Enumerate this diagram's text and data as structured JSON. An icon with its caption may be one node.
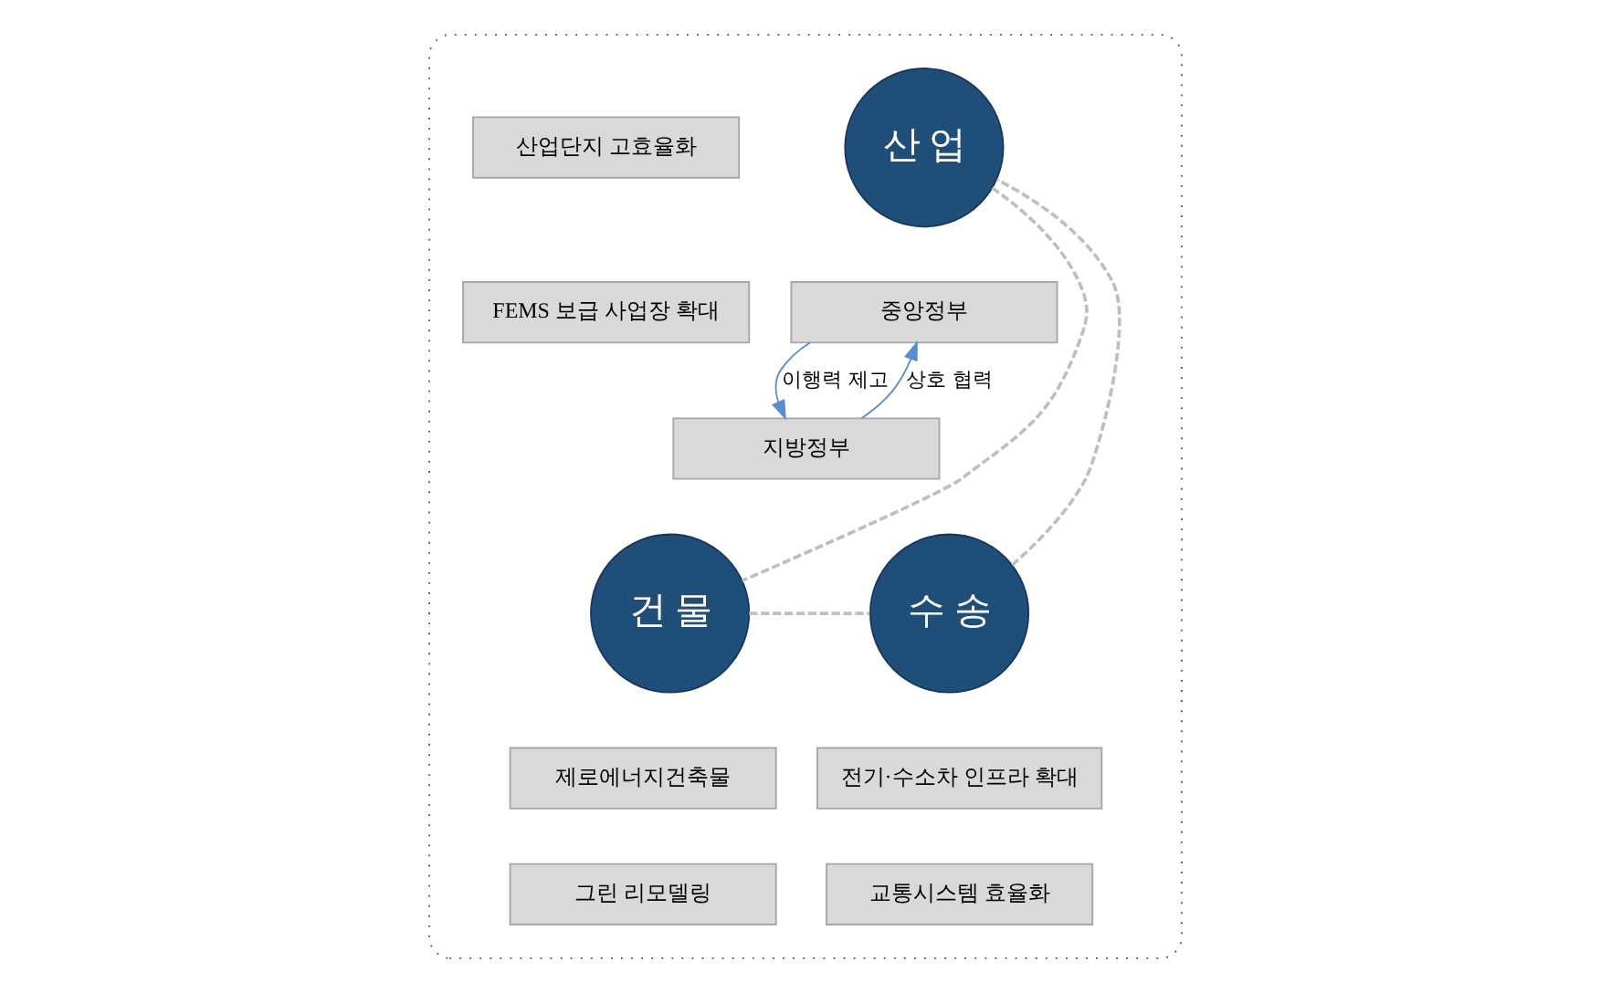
{
  "diagram": {
    "nodes": [
      {
        "text": [],
        "shape": "box"
      },
      {
        "text": [
          "산 업"
        ],
        "in": 0
      },
      {
        "text": [
          "산업단지 고효율화"
        ],
        "in": 0
      },
      {
        "text": [
          "FEMS 보급 사업장 확대"
        ],
        "in": 0
      },
      {
        "text": [
          "중앙정부"
        ],
        "in": 0
      },
      {
        "text": [
          "지방정부"
        ],
        "in": 0
      },
      {
        "text": [
          "건 물"
        ],
        "in": 0
      },
      {
        "text": [
          "수 송"
        ],
        "in": 0
      },
      {
        "text": [
          "제로에너지건축물"
        ],
        "in": 0
      },
      {
        "text": [
          "그린 리모델링"
        ],
        "in": 0
      },
      {
        "text": [
          "전기·수소차 인프라 확대"
        ],
        "in": 0
      },
      {
        "text": [
          "교통시스템 효율화"
        ],
        "in": 0
      }
    ],
    "edges": [
      {
        "from": 4,
        "to": 5,
        "arrow": "to",
        "label": "이행력 제고",
        "color": "#5b8bd0"
      },
      {
        "from": 5,
        "to": 4,
        "arrow": "to",
        "label": "상호 협력",
        "color": "#5b8bd0"
      },
      {
        "from": 1,
        "to": 6,
        "arrow": "none",
        "style": "dashed",
        "color": "#bfbfbf"
      },
      {
        "from": 6,
        "to": 7,
        "arrow": "none",
        "style": "dashed",
        "color": "#bfbfbf"
      },
      {
        "from": 7,
        "to": 1,
        "arrow": "none",
        "style": "dashed",
        "color": "#bfbfbf"
      }
    ]
  }
}
